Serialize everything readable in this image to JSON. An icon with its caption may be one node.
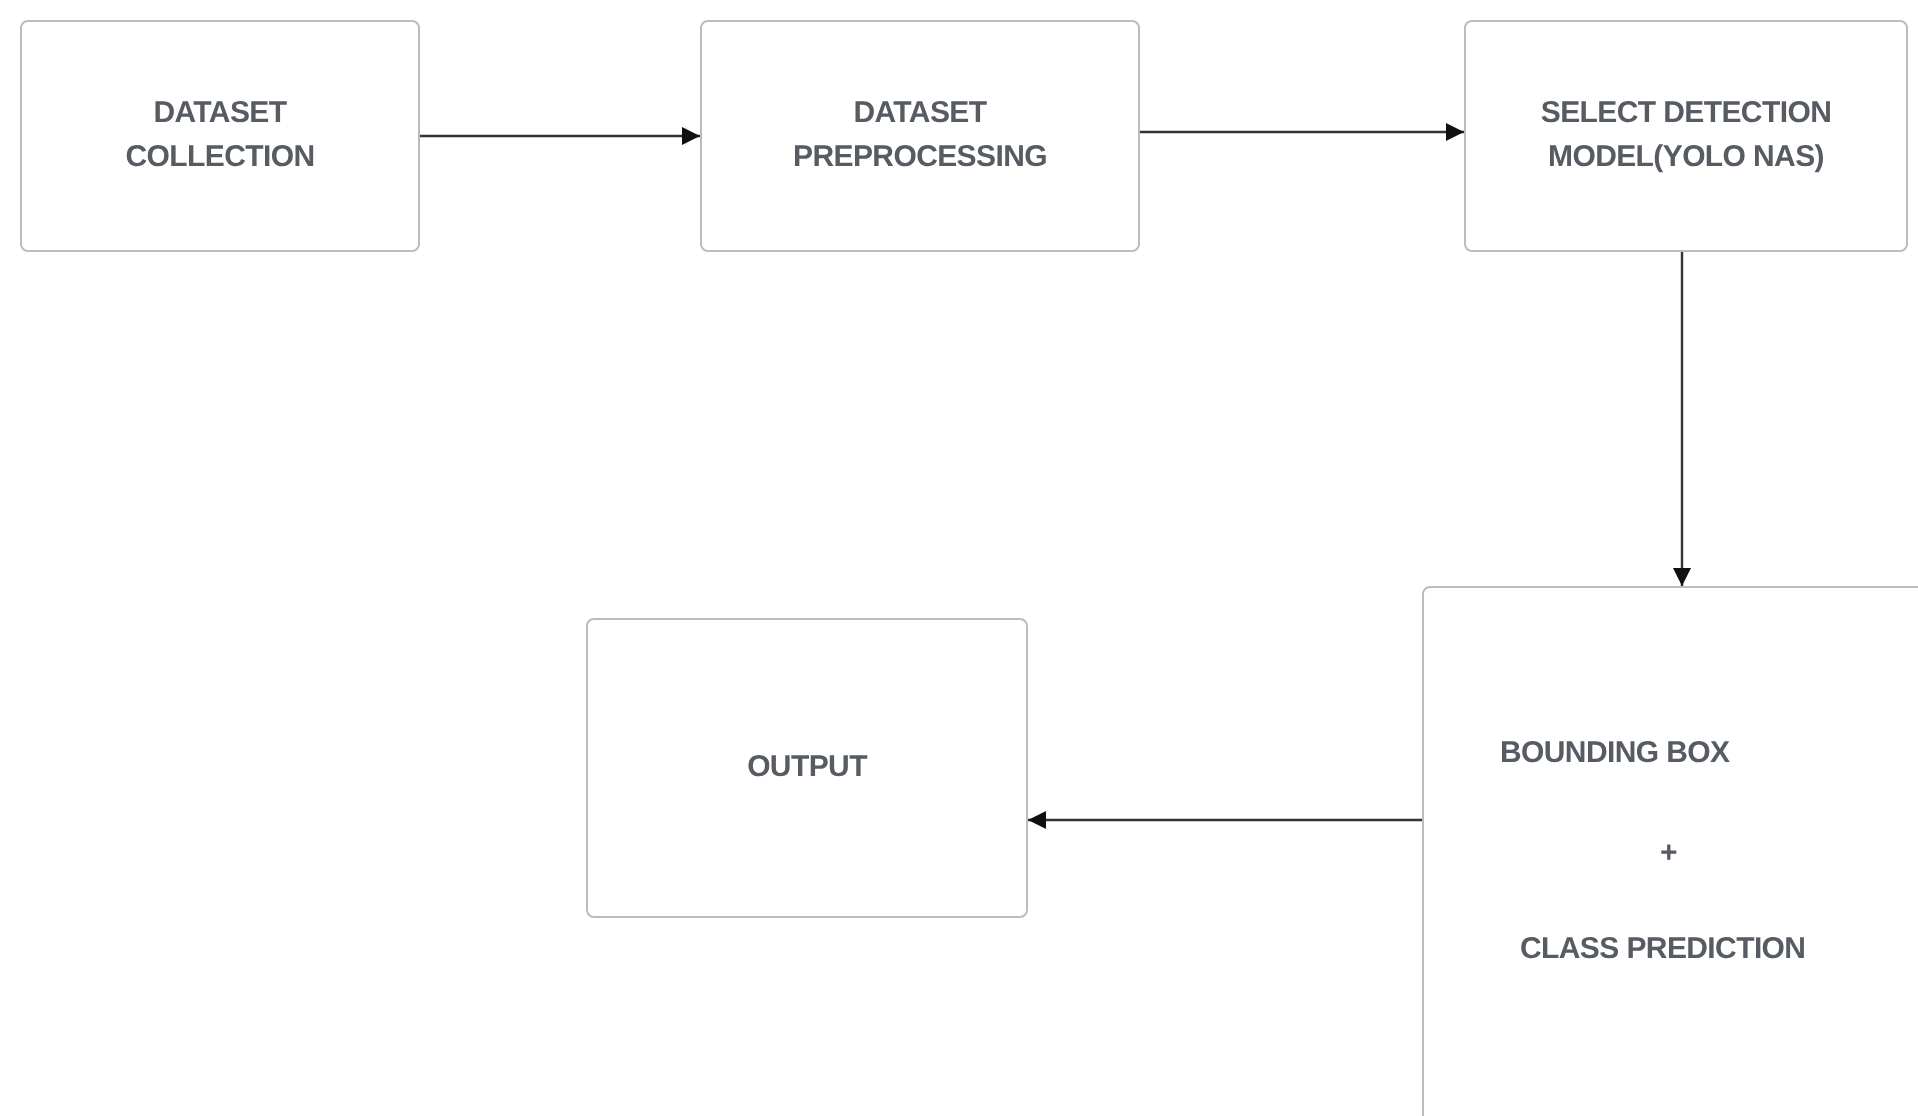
{
  "diagram": {
    "nodes": [
      {
        "text": [
          "DATASET COLLECTION"
        ]
      },
      {
        "text": [
          "DATASET PREPROCESSING"
        ]
      },
      {
        "text": [
          "SELECT DETECTION MODEL(YOLO NAS)"
        ]
      },
      {
        "text": [
          "OUTPUT"
        ]
      },
      {
        "text": [
          "BOUNDING BOX",
          "+",
          "CLASS PREDICTION"
        ]
      }
    ],
    "edges": [
      {
        "from": 0,
        "to": 1,
        "arrow": "to"
      },
      {
        "from": 1,
        "to": 2,
        "arrow": "to"
      },
      {
        "from": 2,
        "to": 4,
        "arrow": "to"
      },
      {
        "from": 4,
        "to": 3,
        "arrow": "to"
      }
    ]
  }
}
